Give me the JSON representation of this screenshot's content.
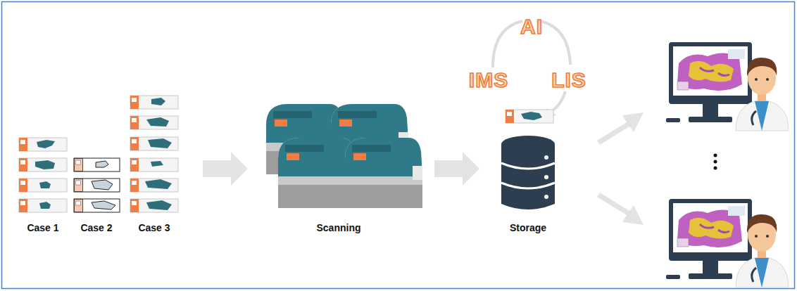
{
  "diagram": {
    "labels": [
      "Case 1",
      "Case 2",
      "Case 3",
      "Scanning",
      "AI",
      "IMS",
      "LIS",
      "Storage"
    ]
  }
}
